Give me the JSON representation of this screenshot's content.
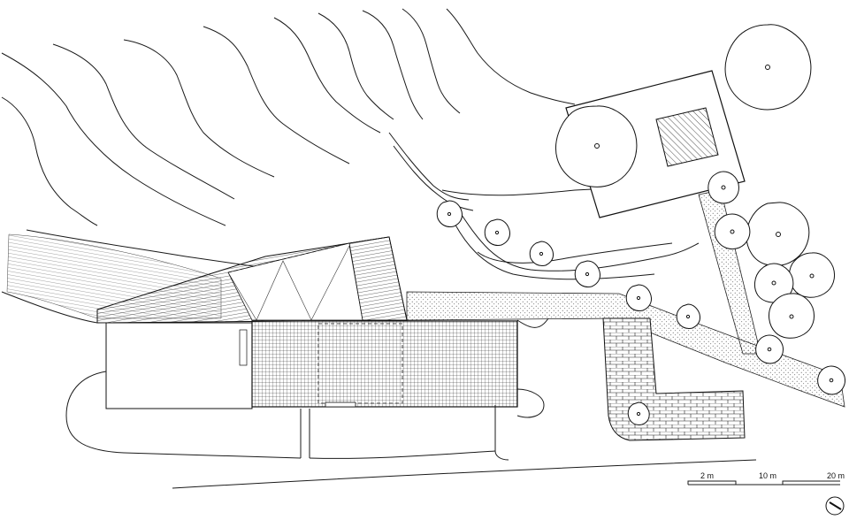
{
  "scale_bar": {
    "labels": [
      "2 m",
      "10 m",
      "20 m"
    ]
  },
  "north_arrow": {
    "icon": "north-arrow-icon"
  },
  "colors": {
    "ink": "#1a1a1a",
    "background": "#ffffff"
  }
}
